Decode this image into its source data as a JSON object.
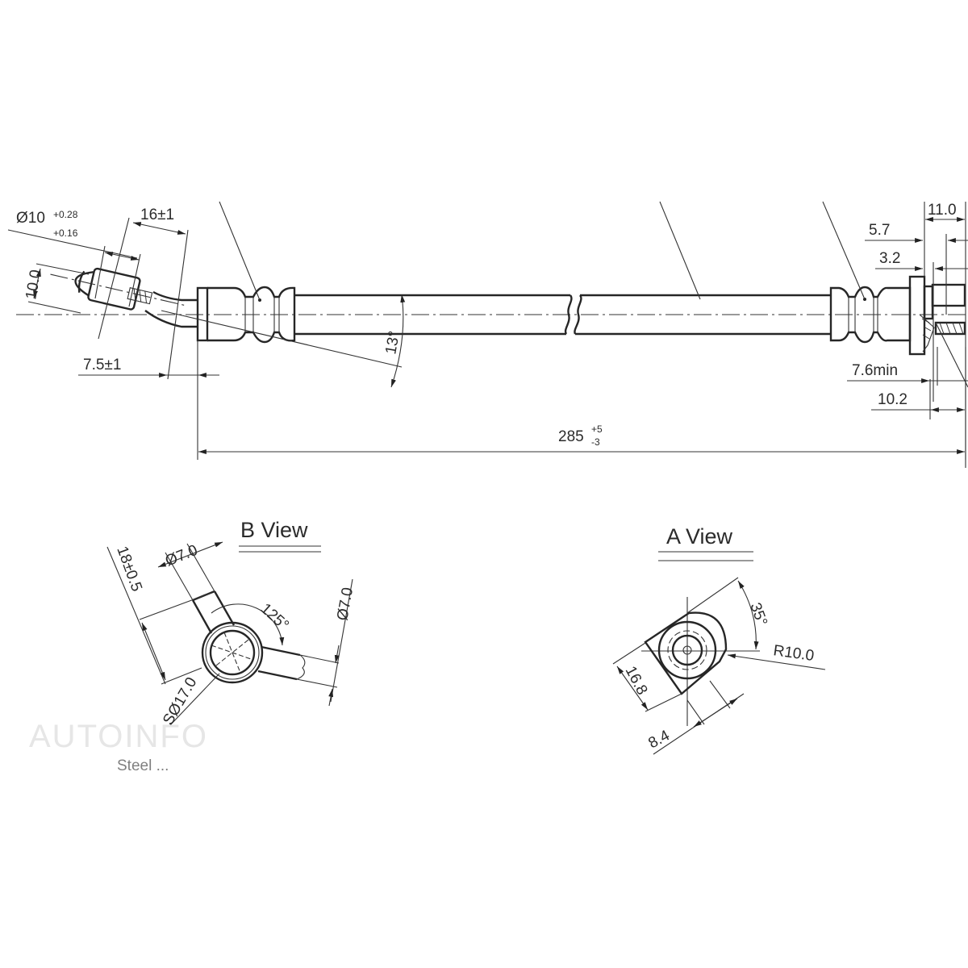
{
  "drawing": {
    "subject": "brake hose",
    "main_view": {
      "overall_length": {
        "value": "285",
        "tol_upper": "+5",
        "tol_lower": "-3"
      },
      "left_fitting": {
        "diameter": {
          "value": "Ø10",
          "tol_upper": "+0.28",
          "tol_lower": "+0.16"
        },
        "length": "16±1",
        "height": "10.0",
        "offset": "7.5±1",
        "bend_angle": "13°"
      },
      "right_fitting": {
        "overall": "11.0",
        "dim_a": "5.7",
        "dim_b": "3.2",
        "min_length": "7.6min",
        "dim_c": "10.2"
      }
    },
    "b_view": {
      "title": "B View",
      "tube_diameter_1": "Ø7.0",
      "tube_diameter_2": "Ø7.0",
      "offset": "18±0.5",
      "angle": "125°",
      "sphere_diameter": "SØ17.0",
      "cut_label": "Steel ..."
    },
    "a_view": {
      "title": "A View",
      "angle": "35°",
      "radius": "R10.0",
      "width": "16.8",
      "half_width": "8.4"
    },
    "watermark": "AUTOINFO"
  }
}
